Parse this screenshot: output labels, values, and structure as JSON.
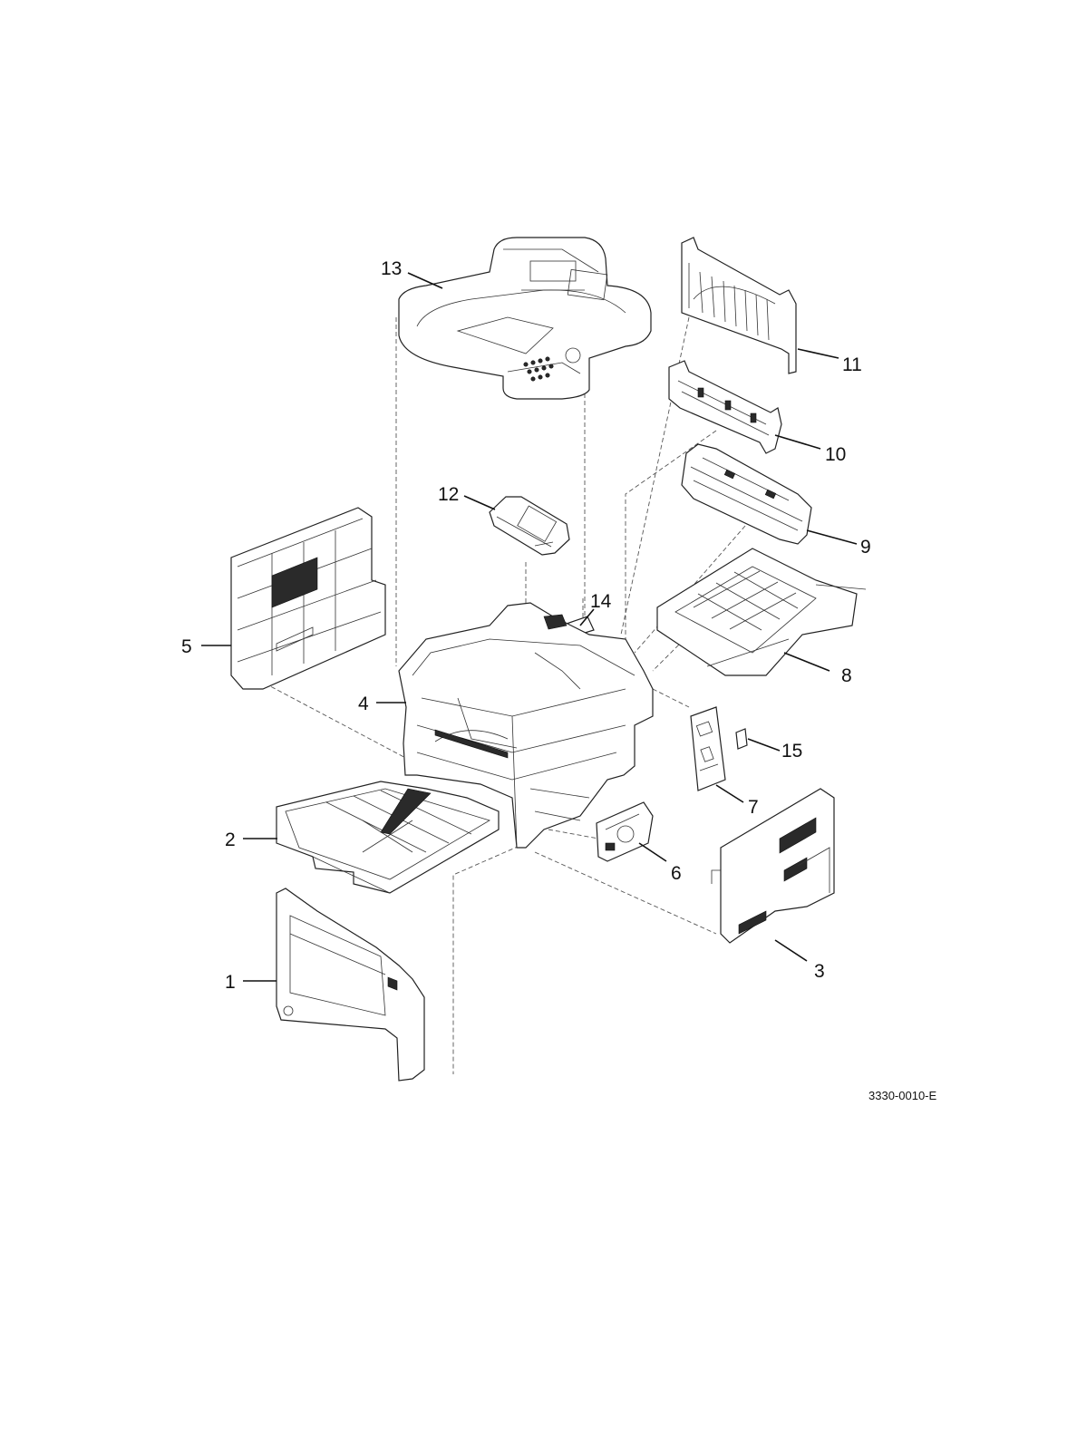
{
  "callouts": [
    {
      "id": "1",
      "label": "1"
    },
    {
      "id": "2",
      "label": "2"
    },
    {
      "id": "3",
      "label": "3"
    },
    {
      "id": "4",
      "label": "4"
    },
    {
      "id": "5",
      "label": "5"
    },
    {
      "id": "6",
      "label": "6"
    },
    {
      "id": "7",
      "label": "7"
    },
    {
      "id": "8",
      "label": "8"
    },
    {
      "id": "9",
      "label": "9"
    },
    {
      "id": "10",
      "label": "10"
    },
    {
      "id": "11",
      "label": "11"
    },
    {
      "id": "12",
      "label": "12"
    },
    {
      "id": "13",
      "label": "13"
    },
    {
      "id": "14",
      "label": "14"
    },
    {
      "id": "15",
      "label": "15"
    }
  ],
  "figure": {
    "code": "3330-0010-E"
  },
  "colors": {
    "line": "#111111",
    "background": "#ffffff"
  }
}
